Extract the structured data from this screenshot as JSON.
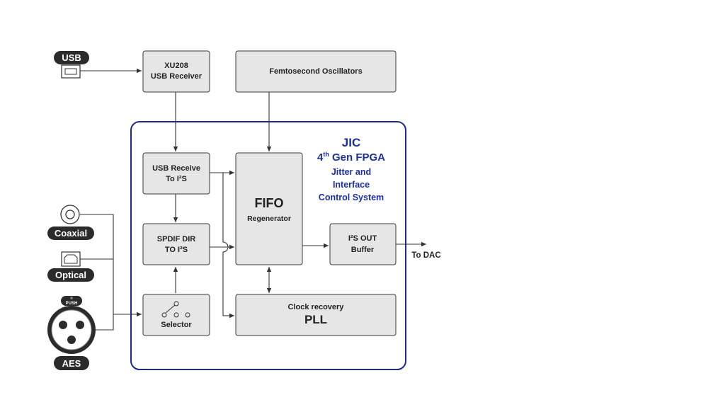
{
  "inputs": {
    "usb_label": "USB",
    "coaxial_label": "Coaxial",
    "optical_label": "Optical",
    "aes_label": "AES",
    "push_label": "PUSH"
  },
  "blocks": {
    "xu208_line1": "XU208",
    "xu208_line2": "USB Receiver",
    "oscillators": "Femtosecond Oscillators",
    "usb_receive_line1": "USB Receive",
    "usb_receive_line2": "To I²S",
    "spdif_line1": "SPDIF DIR",
    "spdif_line2": "TO I²S",
    "selector": "Selector",
    "fifo_title": "FIFO",
    "fifo_sub": "Regenerator",
    "i2s_line1": "I²S OUT",
    "i2s_line2": "Buffer",
    "pll_line1": "Clock recovery",
    "pll_line2": "PLL"
  },
  "jic": {
    "title": "JIC",
    "gen_prefix": "4",
    "gen_sup": "th",
    "gen_rest": " Gen FPGA",
    "line3": "Jitter and",
    "line4": "Interface",
    "line5": "Control System"
  },
  "output": {
    "to_dac": "To DAC"
  },
  "colors": {
    "frame": "#1c2a8a",
    "jic_text": "#1c2fa3",
    "block_fill": "#e6e6e6",
    "pill_fill": "#2b2b2b"
  }
}
